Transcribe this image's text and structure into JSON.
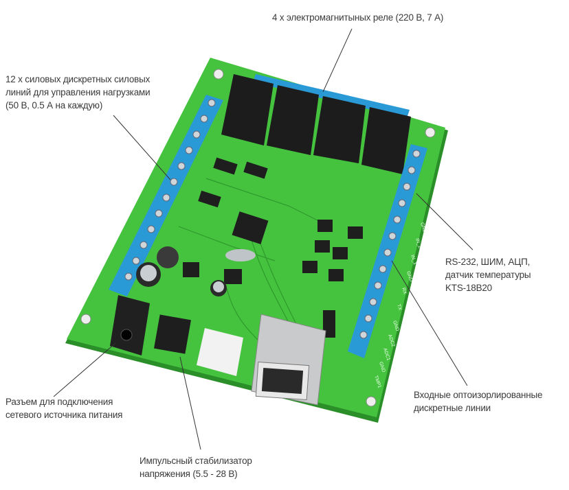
{
  "labels": {
    "relays": "4 х электромагнитыных реле (220 В, 7 А)",
    "power_lines": [
      "12 х силовых дискретных силовых",
      "линий для управления нагрузками",
      "(50 В, 0.5 А на каждую)"
    ],
    "interfaces": [
      "RS-232, ШИМ, АЦП,",
      "датчик температуры",
      "KTS-18B20"
    ],
    "inputs": [
      "Входные оптоизорлированные",
      "дискретные линии"
    ],
    "power_jack": [
      "Разъем для подключения",
      "сетевого источника питания"
    ],
    "regulator": [
      "Импульсный стабилизатор",
      "напряжения (5.5 - 28 В)"
    ]
  },
  "board_pin_labels": [
    "GND",
    "IN_2",
    "IN_1",
    "GND",
    "RX",
    "TX",
    "GND",
    "ADC2",
    "ADC1",
    "GND",
    "TMP1"
  ],
  "colors": {
    "pcb": "#3fbf3a",
    "terminal": "#2a9ad6",
    "relay": "#1a1a1a",
    "text": "#3a3a3a"
  }
}
